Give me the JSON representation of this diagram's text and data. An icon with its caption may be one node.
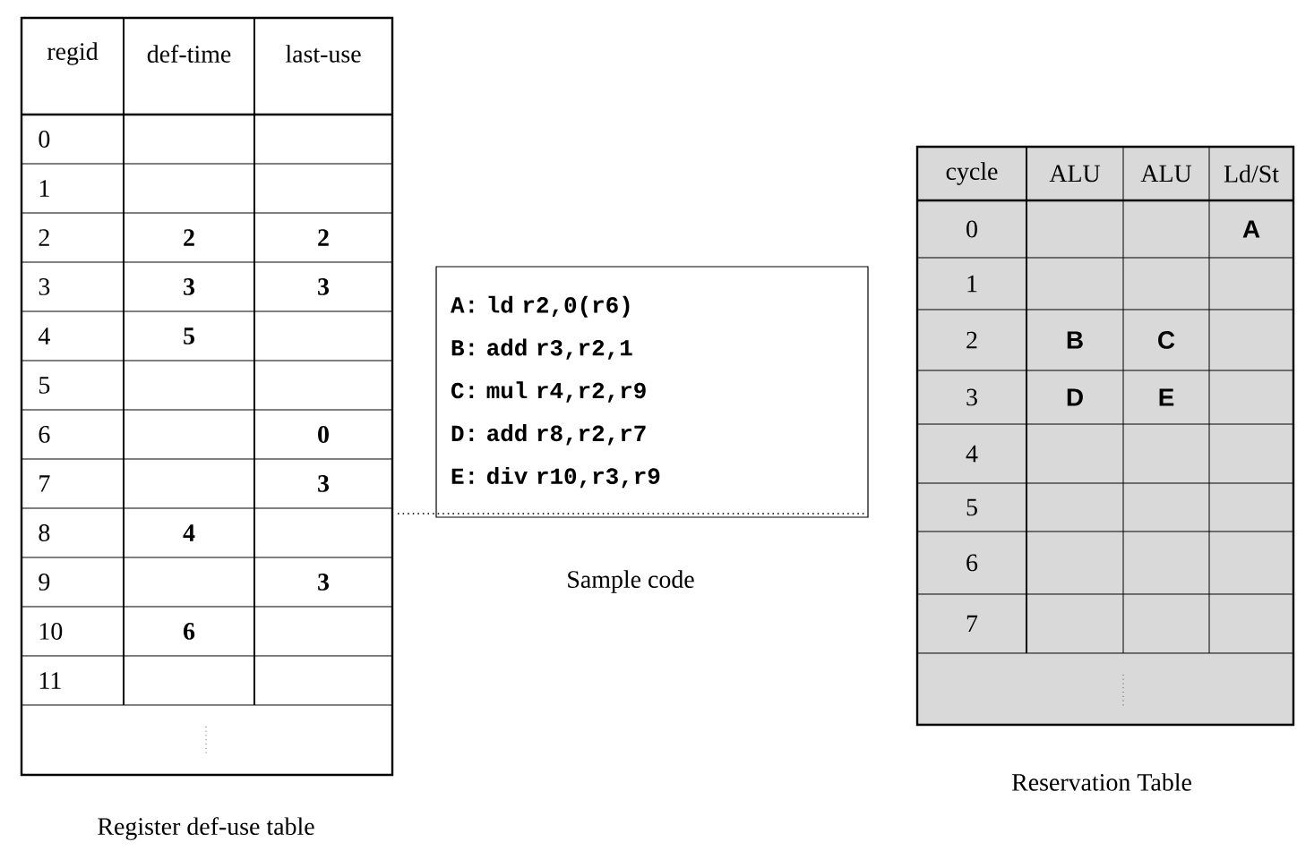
{
  "diagram": {
    "nodes": [
      {
        "text": [
          "A: ld r2,0(r6)",
          "B: add r3,r2,1",
          "C: mul r4,r2,r9",
          "D: add r8,r2,r7",
          "E: div r10,r3,r9"
        ]
      }
    ],
    "labels": [
      "regid",
      "def-time",
      "last-use",
      "0",
      "1",
      "2",
      "2",
      "2",
      "3",
      "3",
      "3",
      "4",
      "5",
      "5",
      "6",
      "0",
      "7",
      "3",
      "8",
      "4",
      "9",
      "3",
      "10",
      "6",
      "11",
      "Register def-use table",
      "Sample code",
      "cycle",
      "ALU",
      "ALU",
      "Ld/St",
      "0",
      "A",
      "1",
      "2",
      "B",
      "C",
      "3",
      "D",
      "E",
      "4",
      "5",
      "6",
      "7",
      "Reservation Table"
    ]
  }
}
